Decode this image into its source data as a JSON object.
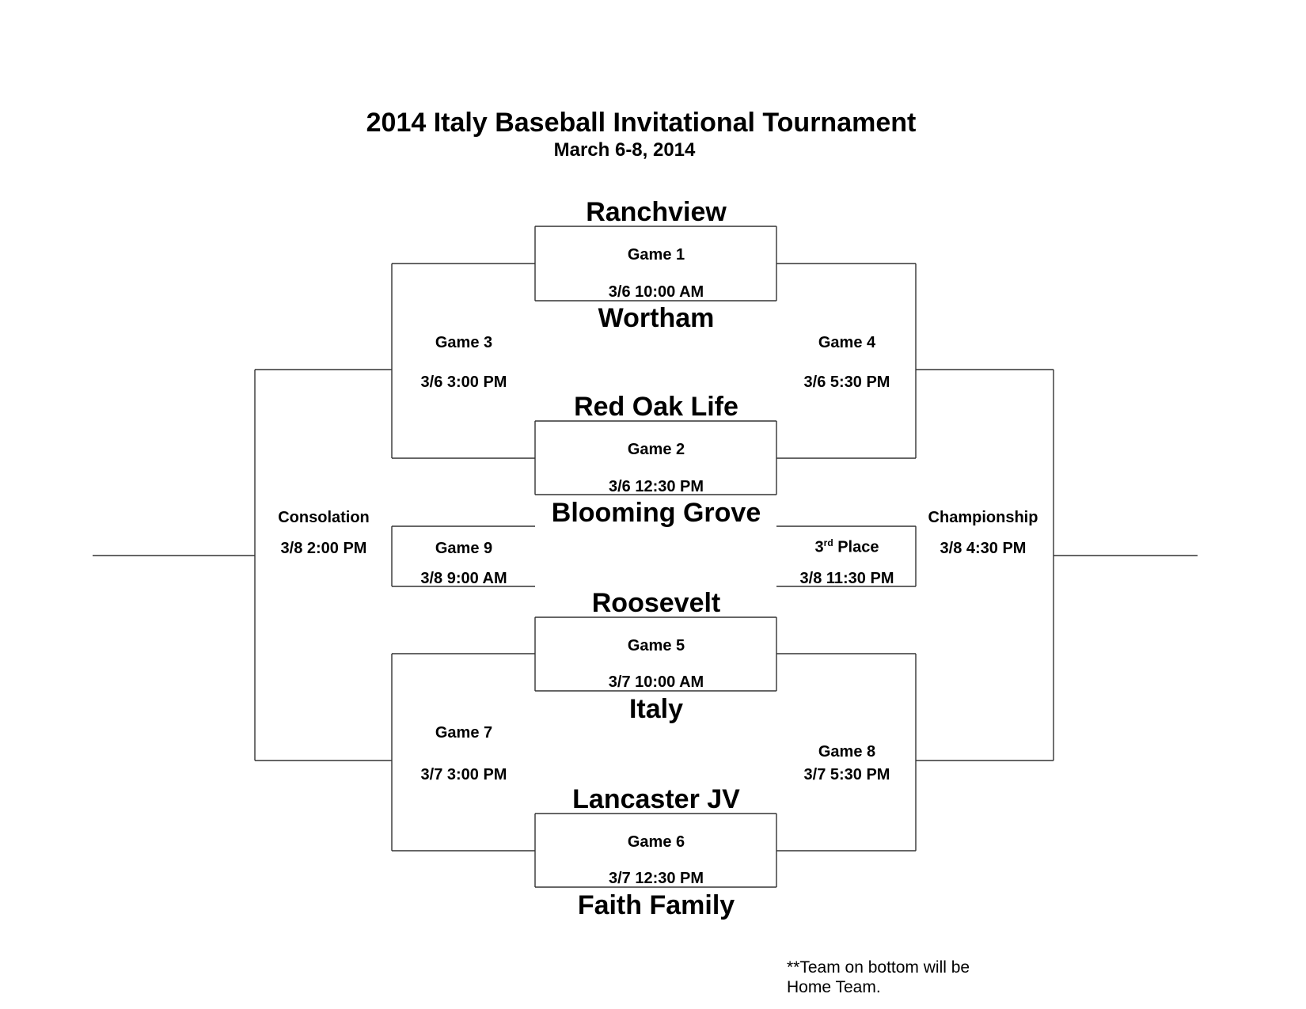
{
  "header": {
    "title": "2014 Italy Baseball Invitational Tournament",
    "dates": "March 6-8, 2014"
  },
  "teams": [
    "Ranchview",
    "Wortham",
    "Red Oak Life",
    "Blooming Grove",
    "Roosevelt",
    "Italy",
    "Lancaster JV",
    "Faith Family"
  ],
  "games": {
    "g1": {
      "label": "Game 1",
      "time": "3/6  10:00 AM"
    },
    "g2": {
      "label": "Game 2",
      "time": "3/6  12:30 PM"
    },
    "g3": {
      "label": "Game 3",
      "time": "3/6  3:00 PM"
    },
    "g4": {
      "label": "Game 4",
      "time": "3/6  5:30 PM"
    },
    "g5": {
      "label": "Game 5",
      "time": "3/7  10:00 AM"
    },
    "g6": {
      "label": "Game 6",
      "time": "3/7  12:30 PM"
    },
    "g7": {
      "label": "Game 7",
      "time": "3/7  3:00 PM"
    },
    "g8": {
      "label": "Game 8",
      "time": "3/7  5:30 PM"
    },
    "g9": {
      "label": "Game 9",
      "time": "3/8  9:00 AM"
    },
    "third": {
      "label_num": "3",
      "label_sup": "rd",
      "label_rest": " Place",
      "time": "3/8  11:30 PM"
    },
    "consolation": {
      "label": "Consolation",
      "time": "3/8  2:00 PM"
    },
    "championship": {
      "label": "Championship",
      "time": "3/8 4:30 PM"
    }
  },
  "footnote": {
    "line1": "**Team on bottom will be",
    "line2": "Home Team."
  }
}
